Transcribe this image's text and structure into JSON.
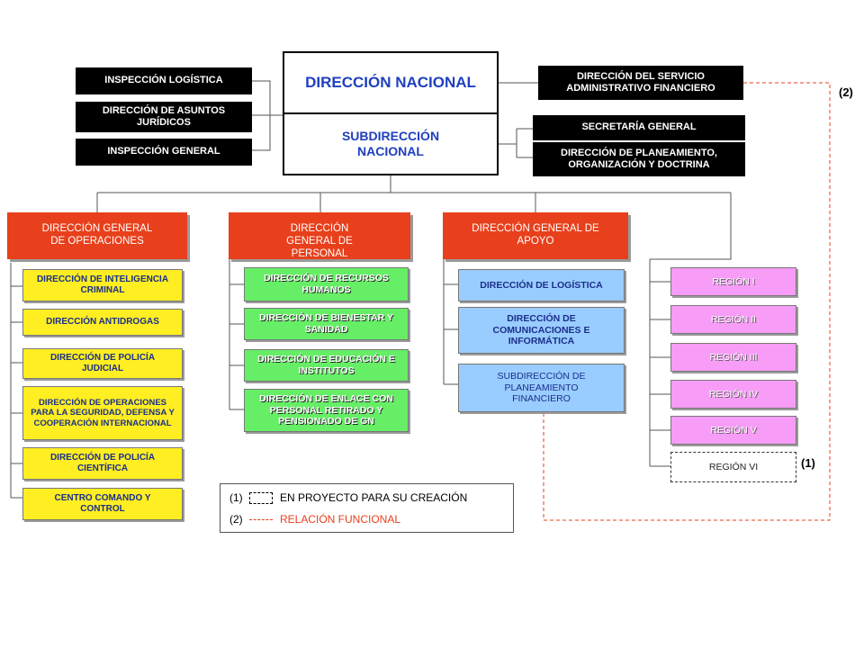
{
  "top": {
    "direccion_nacional": "DIRECCIÓN NACIONAL",
    "subdireccion_nacional": "SUBDIRECCIÓN NACIONAL"
  },
  "left_staff": [
    "INSPECCIÓN LOGÍSTICA",
    "DIRECCIÓN DE ASUNTOS JURÍDICOS",
    "INSPECCIÓN GENERAL"
  ],
  "right_staff": [
    "DIRECCIÓN DEL SERVICIO ADMINISTRATIVO FINANCIERO",
    "SECRETARÍA GENERAL",
    "DIRECCIÓN DE PLANEAMIENTO, ORGANIZACIÓN Y DOCTRINA"
  ],
  "general_directions": [
    "DIRECCIÓN GENERAL DE OPERACIONES",
    "DIRECCIÓN GENERAL DE PERSONAL",
    "DIRECCIÓN GENERAL DE APOYO"
  ],
  "operaciones_units": [
    "DIRECCIÓN DE INTELIGENCIA CRIMINAL",
    "DIRECCIÓN ANTIDROGAS",
    "DIRECCIÓN DE POLICÍA JUDICIAL",
    "DIRECCIÓN DE OPERACIONES PARA LA SEGURIDAD, DEFENSA Y COOPERACIÓN INTERNACIONAL",
    "DIRECCIÓN DE POLICÍA CIENTÍFICA",
    "CENTRO COMANDO Y CONTROL"
  ],
  "personal_units": [
    "DIRECCIÓN DE RECURSOS HUMANOS",
    "DIRECCIÓN DE BIENESTAR Y SANIDAD",
    "DIRECCIÓN DE EDUCACIÓN E INSTITUTOS",
    "DIRECCIÓN DE ENLACE CON PERSONAL RETIRADO Y PENSIONADO DE GN"
  ],
  "apoyo_units": [
    "DIRECCIÓN DE LOGÍSTICA",
    "DIRECCIÓN DE COMUNICACIONES E INFORMÁTICA",
    "SUBDIRECCIÓN DE PLANEAMIENTO FINANCIERO"
  ],
  "regions": [
    "REGIÓN I",
    "REGIÓN II",
    "REGIÓN III",
    "REGIÓN IV",
    "REGIÓN V",
    "REGIÓN VI"
  ],
  "notes": {
    "note1": "(1)",
    "note2": "(2)"
  },
  "legend": {
    "item1_num": "(1)",
    "item1_text": "EN PROYECTO PARA SU CREACIÓN",
    "item2_num": "(2)",
    "item2_text": "RELACIÓN FUNCIONAL"
  },
  "colors": {
    "orange": "#e8401c",
    "yellow": "#ffee22",
    "green": "#66ee66",
    "blue": "#99ccff",
    "pink": "#f79cf7",
    "title_blue": "#1f3fbf"
  }
}
